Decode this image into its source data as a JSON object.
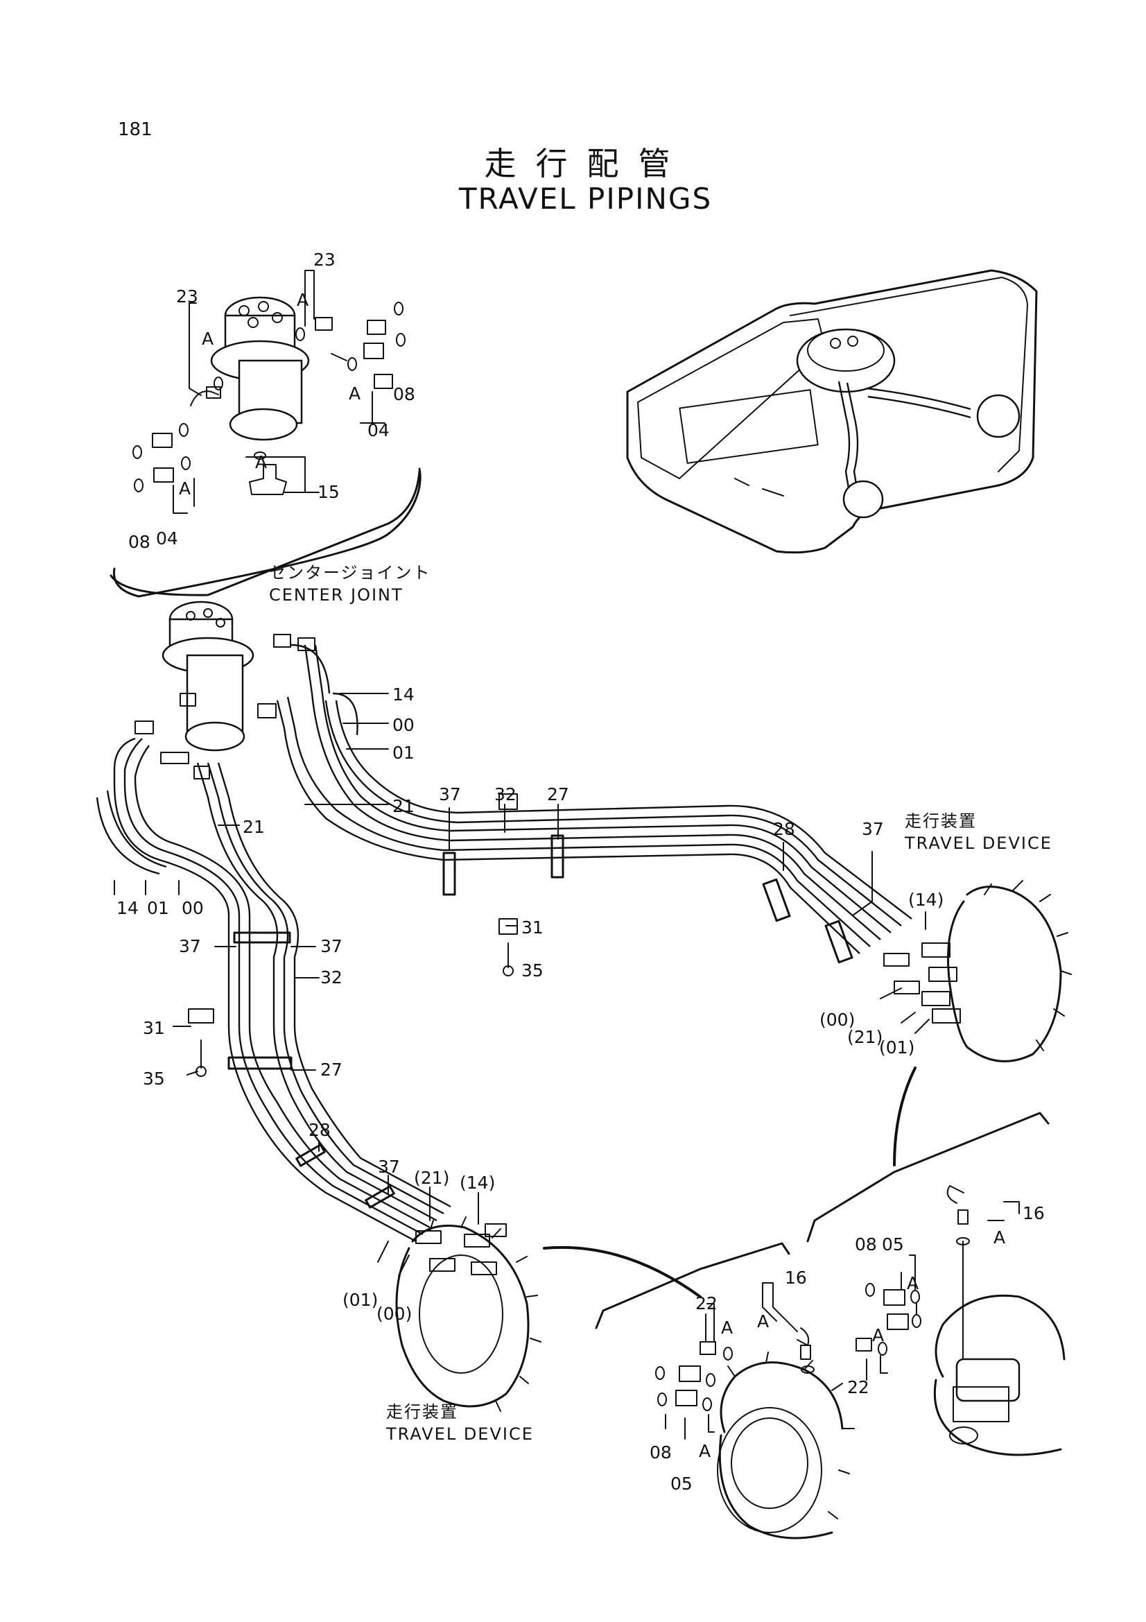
{
  "page_number": "181",
  "title_jp": "走行配管",
  "title_en": "TRAVEL PIPINGS",
  "captions": {
    "center_joint_jp": "センタージョイント",
    "center_joint_en": "CENTER JOINT",
    "travel_device_right_jp": "走行装置",
    "travel_device_right_en": "TRAVEL DEVICE",
    "travel_device_left_jp": "走行装置",
    "travel_device_left_en": "TRAVEL DEVICE"
  },
  "labels": {
    "cj_23a": "23",
    "cj_23b": "23",
    "cj_a1": "A",
    "cj_a2": "A",
    "cj_a3": "A",
    "cj_a4": "A",
    "cj_a5": "A",
    "cj_08a": "08",
    "cj_04a": "04",
    "cj_15": "15",
    "cj_08b": "08",
    "cj_04b": "04",
    "h_14a": "14",
    "h_00a": "00",
    "h_01a": "01",
    "h_21a": "21",
    "h_21b": "21",
    "h_14b": "14",
    "h_01b": "01",
    "h_00b": "00",
    "m_37a": "37",
    "m_32a": "32",
    "m_27a": "27",
    "m_31a": "31",
    "m_35a": "35",
    "m_28a": "28",
    "m_37b": "37",
    "r_14": "(14)",
    "r_00": "(00)",
    "r_21": "(21)",
    "r_01": "(01)",
    "l_37a": "37",
    "l_37b": "37",
    "l_32": "32",
    "l_31": "31",
    "l_35": "35",
    "l_27": "27",
    "l_28": "28",
    "l_37c": "37",
    "l_21": "(21)",
    "l_14": "(14)",
    "l_01": "(01)",
    "l_00": "(00)",
    "d1_16": "16",
    "d1_a1": "A",
    "d1_22": "22",
    "d1_a2": "A",
    "d1_08": "08",
    "d1_05": "05",
    "d1_a3": "A",
    "d2_16": "16",
    "d2_a1": "A",
    "d2_08": "08",
    "d2_05": "05",
    "d2_a2": "A",
    "d2_a3": "A",
    "d2_22": "22"
  }
}
